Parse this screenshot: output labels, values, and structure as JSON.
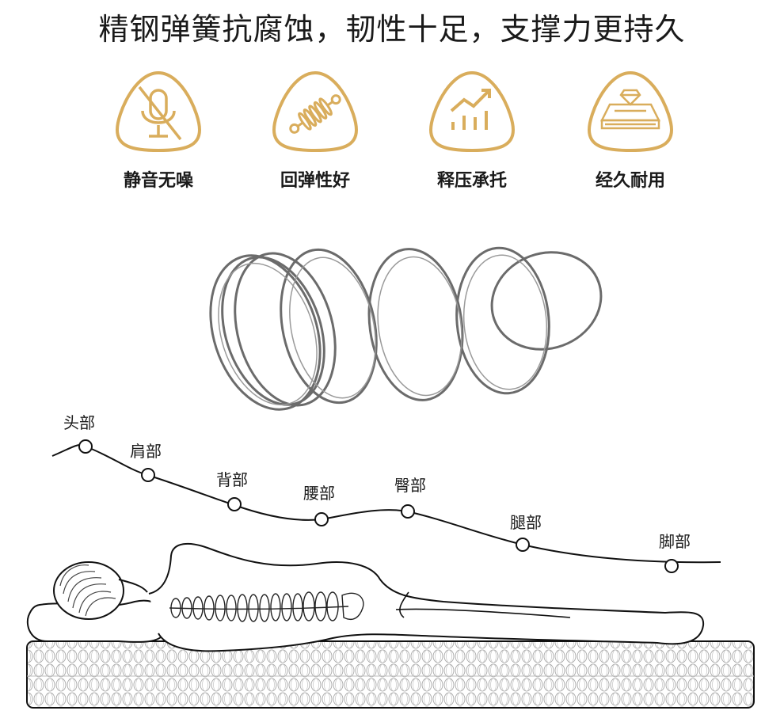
{
  "title": "精钢弹簧抗腐蚀，韧性十足，支撑力更持久",
  "features": [
    {
      "label": "静音无噪",
      "icon": "mute-microphone-icon"
    },
    {
      "label": "回弹性好",
      "icon": "spring-coil-icon"
    },
    {
      "label": "释压承托",
      "icon": "rising-chart-icon"
    },
    {
      "label": "经久耐用",
      "icon": "diamond-mattress-icon"
    }
  ],
  "body_parts": [
    "头部",
    "肩部",
    "背部",
    "腰部",
    "臀部",
    "腿部",
    "脚部"
  ],
  "colors": {
    "accent": "#d9ad5c",
    "line": "#111111",
    "spring": "#6b6b6b"
  }
}
